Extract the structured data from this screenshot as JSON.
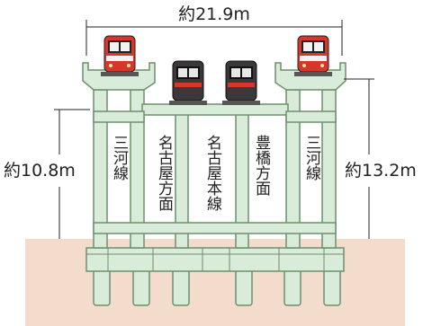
{
  "dimensions": {
    "width_label": "約21.9m",
    "left_height_label": "約10.8m",
    "right_height_label": "約13.2m"
  },
  "lines": [
    {
      "id": "mikawa-left",
      "label": "三河線"
    },
    {
      "id": "nagoya-dir",
      "label": "名古屋方面"
    },
    {
      "id": "nagoya-main",
      "label": "名古屋本線"
    },
    {
      "id": "toyohashi-dir",
      "label": "豊橋方面"
    },
    {
      "id": "mikawa-right",
      "label": "三河線"
    }
  ],
  "colors": {
    "structure_fill": "#d9ebd9",
    "structure_stroke": "#6c8f6c",
    "ground": "#f3dccb",
    "red_train": "#d7372b",
    "dark_train": "#3a3838"
  }
}
